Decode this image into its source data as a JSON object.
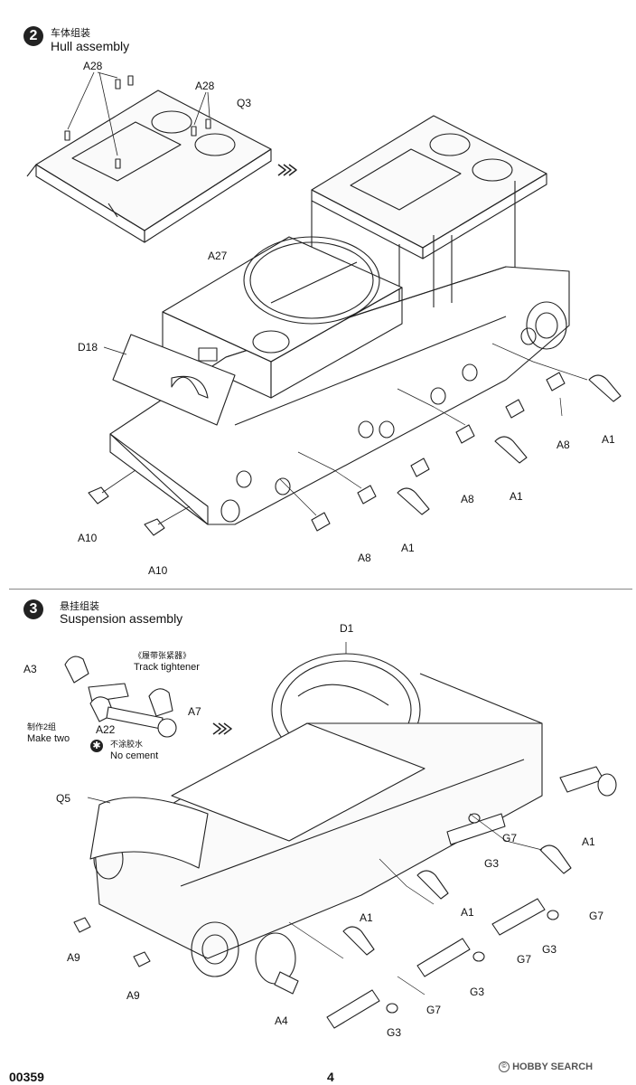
{
  "step2": {
    "number": "2",
    "title_cn": "车体组装",
    "title_en": "Hull assembly",
    "labels": {
      "a28_left": "A28",
      "a28_right": "A28",
      "q3": "Q3",
      "a27": "A27",
      "d18": "D18",
      "a10_left": "A10",
      "a10_bottom": "A10",
      "a1_right": "A1",
      "a1_mid": "A1",
      "a1_low": "A1",
      "a8_right": "A8",
      "a8_mid": "A8",
      "a8_low": "A8"
    }
  },
  "step3": {
    "number": "3",
    "title_cn": "悬挂组装",
    "title_en": "Suspension assembly",
    "track_tightener_cn": "《履带张紧器》",
    "track_tightener_en": "Track tightener",
    "make_two_cn": "制作2组",
    "make_two_en": "Make two",
    "no_cement_cn": "不涂胶水",
    "no_cement_en": "No cement",
    "labels": {
      "d1": "D1",
      "a3": "A3",
      "a7": "A7",
      "a22": "A22",
      "q5": "Q5",
      "a1_right": "A1",
      "a1_mid": "A1",
      "a1_left": "A1",
      "g7_a": "G7",
      "g7_b": "G7",
      "g7_c": "G7",
      "g7_d": "G7",
      "g3_a": "G3",
      "g3_b": "G3",
      "g3_c": "G3",
      "g3_d": "G3",
      "a9_left": "A9",
      "a9_bottom": "A9",
      "a4": "A4"
    }
  },
  "footer": {
    "product_code": "00359",
    "page_number": "4",
    "watermark": "HOBBY SEARCH"
  }
}
